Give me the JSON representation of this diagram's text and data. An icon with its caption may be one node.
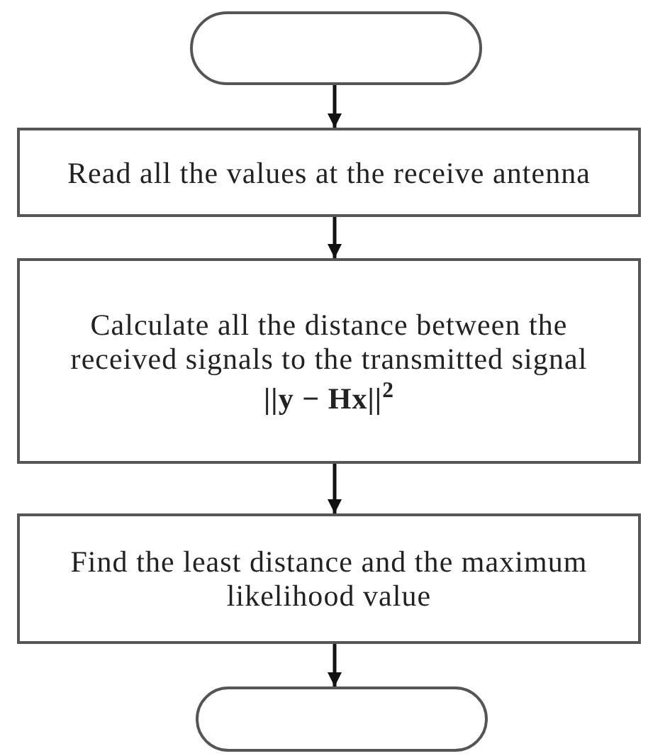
{
  "diagram": {
    "nodes": [
      {
        "text": [],
        "shape": "oval"
      },
      {
        "text": [
          "Read all the values at the receive antenna"
        ]
      },
      {
        "text": [
          "Calculate all the distance between the received signals to the transmitted signal",
          "||y − Hx||$^{2}$"
        ]
      },
      {
        "text": [
          "Find the least distance and the maximum likelihood value"
        ]
      },
      {
        "text": [],
        "shape": "oval"
      }
    ],
    "edges": [
      {
        "from": 0,
        "to": 1,
        "arrow": "to"
      },
      {
        "from": 1,
        "to": 2,
        "arrow": "to"
      },
      {
        "from": 2,
        "to": 3,
        "arrow": "to"
      },
      {
        "from": 3,
        "to": 4,
        "arrow": "to"
      }
    ]
  }
}
